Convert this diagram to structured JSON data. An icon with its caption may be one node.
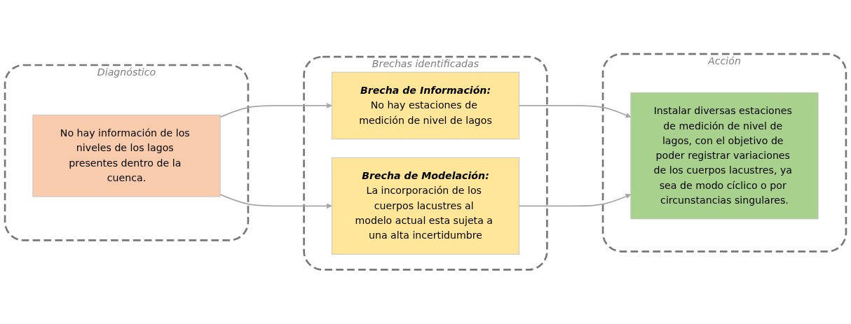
{
  "diagram": {
    "nodes": [
      {
        "text": [
          "Diagnóstico"
        ]
      },
      {
        "text": [
          "No hay información de los niveles de los lagos presentes dentro de la cuenca."
        ],
        "in": 0
      },
      {
        "text": [
          "Brechas identificadas"
        ]
      },
      {
        "text": [
          "Brecha de Información:",
          "No hay estaciones de medición de nivel de lagos"
        ],
        "in": 2
      },
      {
        "text": [
          "Brecha de Modelación:",
          "La incorporación de los cuerpos lacustres al modelo actual esta sujeta a una alta incertidumbre"
        ],
        "in": 2
      },
      {
        "text": [
          "Acción"
        ]
      },
      {
        "text": [
          "Instalar diversas estaciones de medición de nivel de lagos, con el objetivo de poder registrar variaciones de los cuerpos lacustres, ya sea de modo cíclico o por circunstancias singulares."
        ],
        "in": 5
      }
    ],
    "edges": [
      {
        "from": 1,
        "to": 3,
        "arrow": "to"
      },
      {
        "from": 1,
        "to": 4,
        "arrow": "to"
      },
      {
        "from": 3,
        "to": 6,
        "arrow": "to"
      },
      {
        "from": 4,
        "to": 6,
        "arrow": "to"
      }
    ]
  }
}
